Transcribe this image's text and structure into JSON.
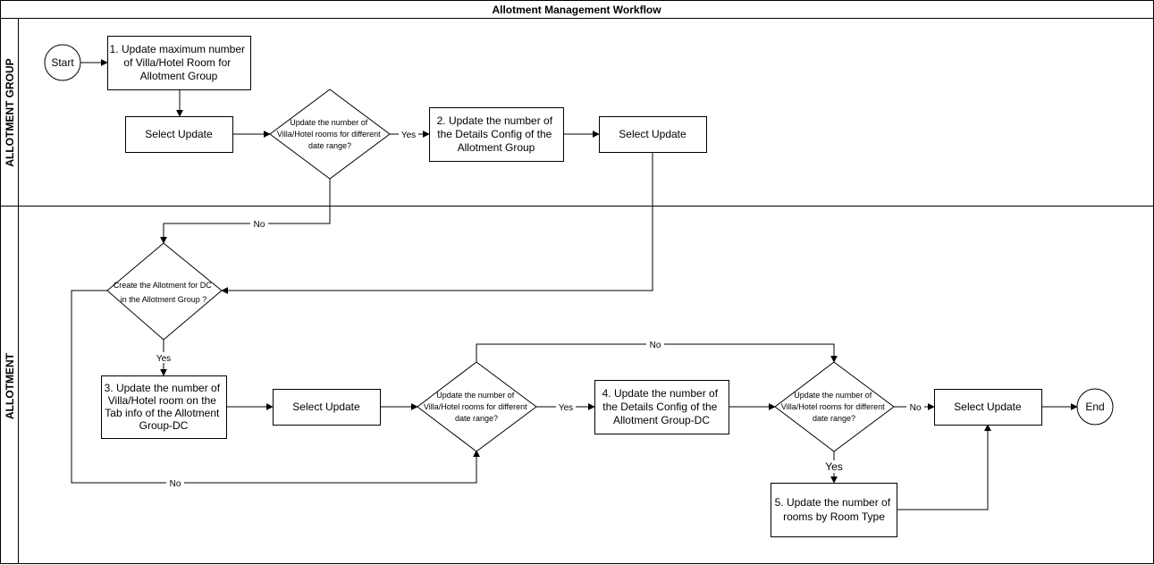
{
  "diagram": {
    "title": "Allotment Management Workflow",
    "lanes": {
      "group": "ALLOTMENT GROUP",
      "allotment": "ALLOTMENT"
    },
    "nodes": {
      "start": "Start",
      "end": "End",
      "step1": [
        "1. Update maximum number",
        "of Villa/Hotel Room for",
        "Allotment Group"
      ],
      "select1": "Select Update",
      "decision1": [
        "Update the number of",
        "Villa/Hotel rooms for different",
        "date range?"
      ],
      "step2": [
        "2. Update the number of",
        "the Details Config of the",
        "Allotment Group"
      ],
      "select2": "Select Update",
      "decision2": [
        "Create the Allotment for DC",
        "in the Allotment Group ?"
      ],
      "step3": [
        "3. Update the number of",
        "Villa/Hotel room on the",
        "Tab info of the Allotment",
        "Group-DC"
      ],
      "select3": "Select Update",
      "decision3": [
        "Update the number of",
        "Villa/Hotel rooms for different",
        "date range?"
      ],
      "step4": [
        "4. Update the number of",
        "the Details Config of the",
        "Allotment Group-DC"
      ],
      "decision4": [
        "Update the number of",
        "Villa/Hotel rooms for different",
        "date range?"
      ],
      "select4": "Select Update",
      "step5": [
        "5. Update the number of",
        "rooms by Room Type"
      ]
    },
    "edge_labels": {
      "d1_yes": "Yes",
      "d1_no": "No",
      "d2_yes": "Yes",
      "d2_no": "No",
      "d3_yes": "Yes",
      "d3_no": "No",
      "d4_yes": "Yes",
      "d4_no": "No"
    }
  }
}
